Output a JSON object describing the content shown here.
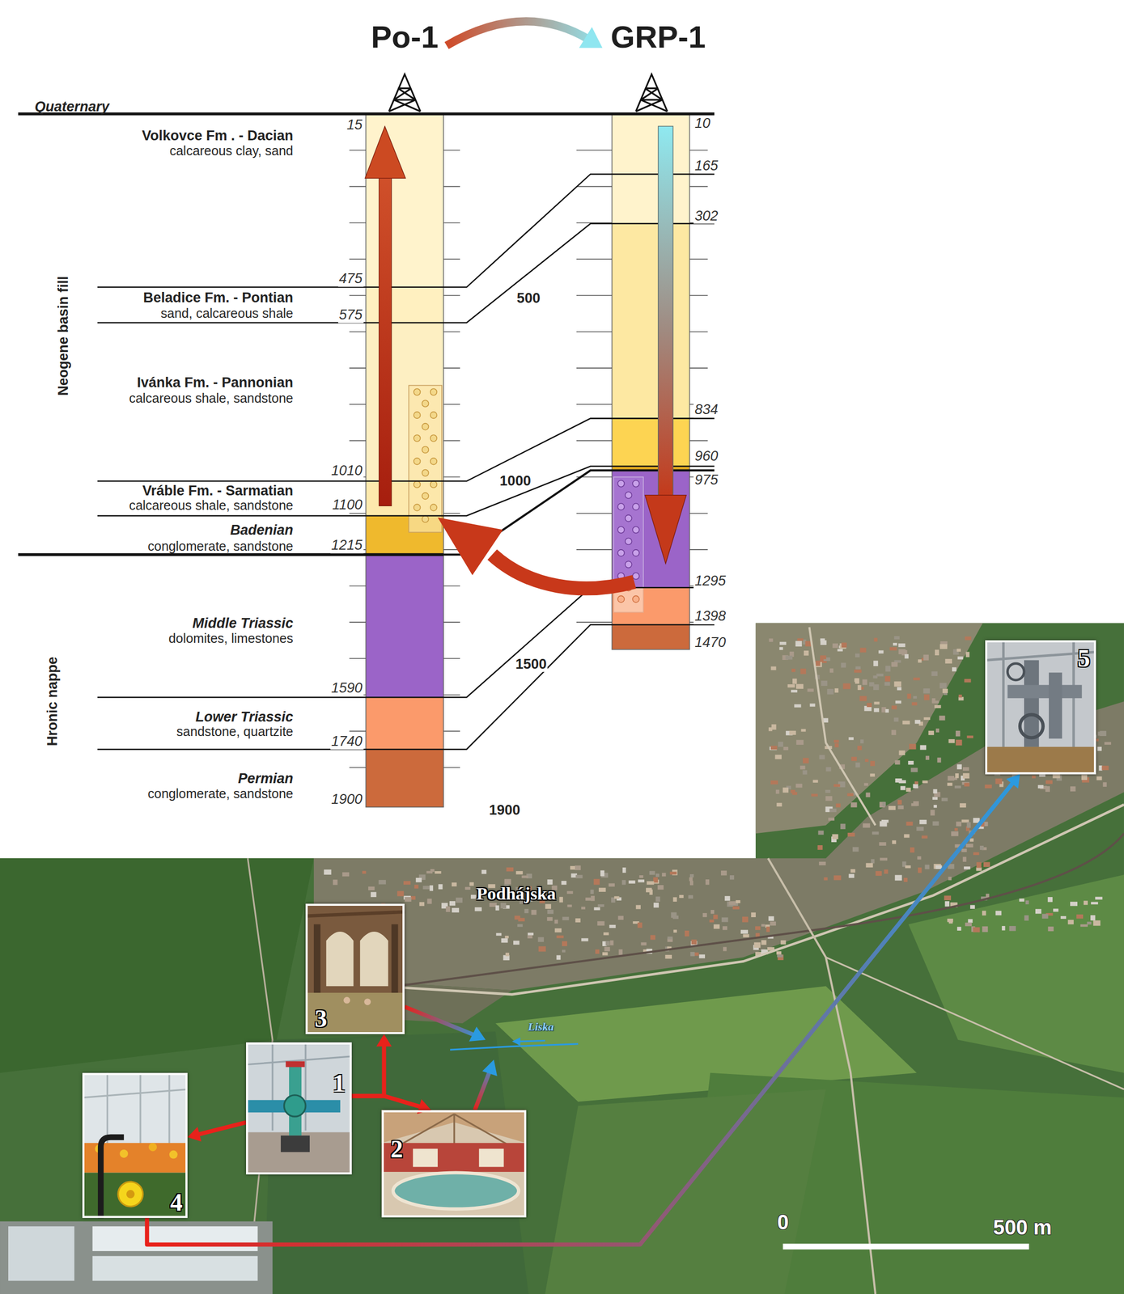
{
  "diagram": {
    "nodes": [
      {
        "text": [
          "Po-1"
        ]
      },
      {
        "text": [
          "GRP-1"
        ]
      },
      {
        "text": [
          "1"
        ]
      },
      {
        "text": [
          "2"
        ]
      },
      {
        "text": [
          "3"
        ]
      },
      {
        "text": [
          "4"
        ]
      },
      {
        "text": [
          "5"
        ]
      }
    ],
    "edges": [
      {
        "from": 0,
        "to": 1,
        "arrow": "to"
      },
      {
        "from": 2,
        "to": 4,
        "arrow": "to"
      },
      {
        "from": 2,
        "to": 3,
        "arrow": "to"
      },
      {
        "from": 2,
        "to": 5,
        "arrow": "to"
      },
      {
        "from": 5,
        "to": 6,
        "arrow": "to"
      }
    ],
    "labels": [
      "Quaternary",
      "Volkovce Fm . - Dacian",
      "calcareous clay, sand",
      "Beladice Fm. - Pontian",
      "sand, calcareous shale",
      "Ivánka Fm. - Pannonian",
      "calcareous shale, sandstone",
      "Vráble Fm. - Sarmatian",
      "calcareous shale, sandstone",
      "Badenian",
      "conglomerate, sandstone",
      "Middle Triassic",
      "dolomites, limestones",
      "Lower Triassic",
      "sandstone, quartzite",
      "Permian",
      "conglomerate, sandstone",
      "Neogene basin fill",
      "Hronic nappe",
      "15",
      "475",
      "575",
      "1010",
      "1100",
      "1215",
      "1590",
      "1740",
      "1900",
      "500",
      "1000",
      "1500",
      "1900",
      "10",
      "165",
      "302",
      "834",
      "960",
      "975",
      "1295",
      "1398",
      "1470",
      "Podhájska",
      "Liska",
      "0",
      "500 m"
    ]
  }
}
